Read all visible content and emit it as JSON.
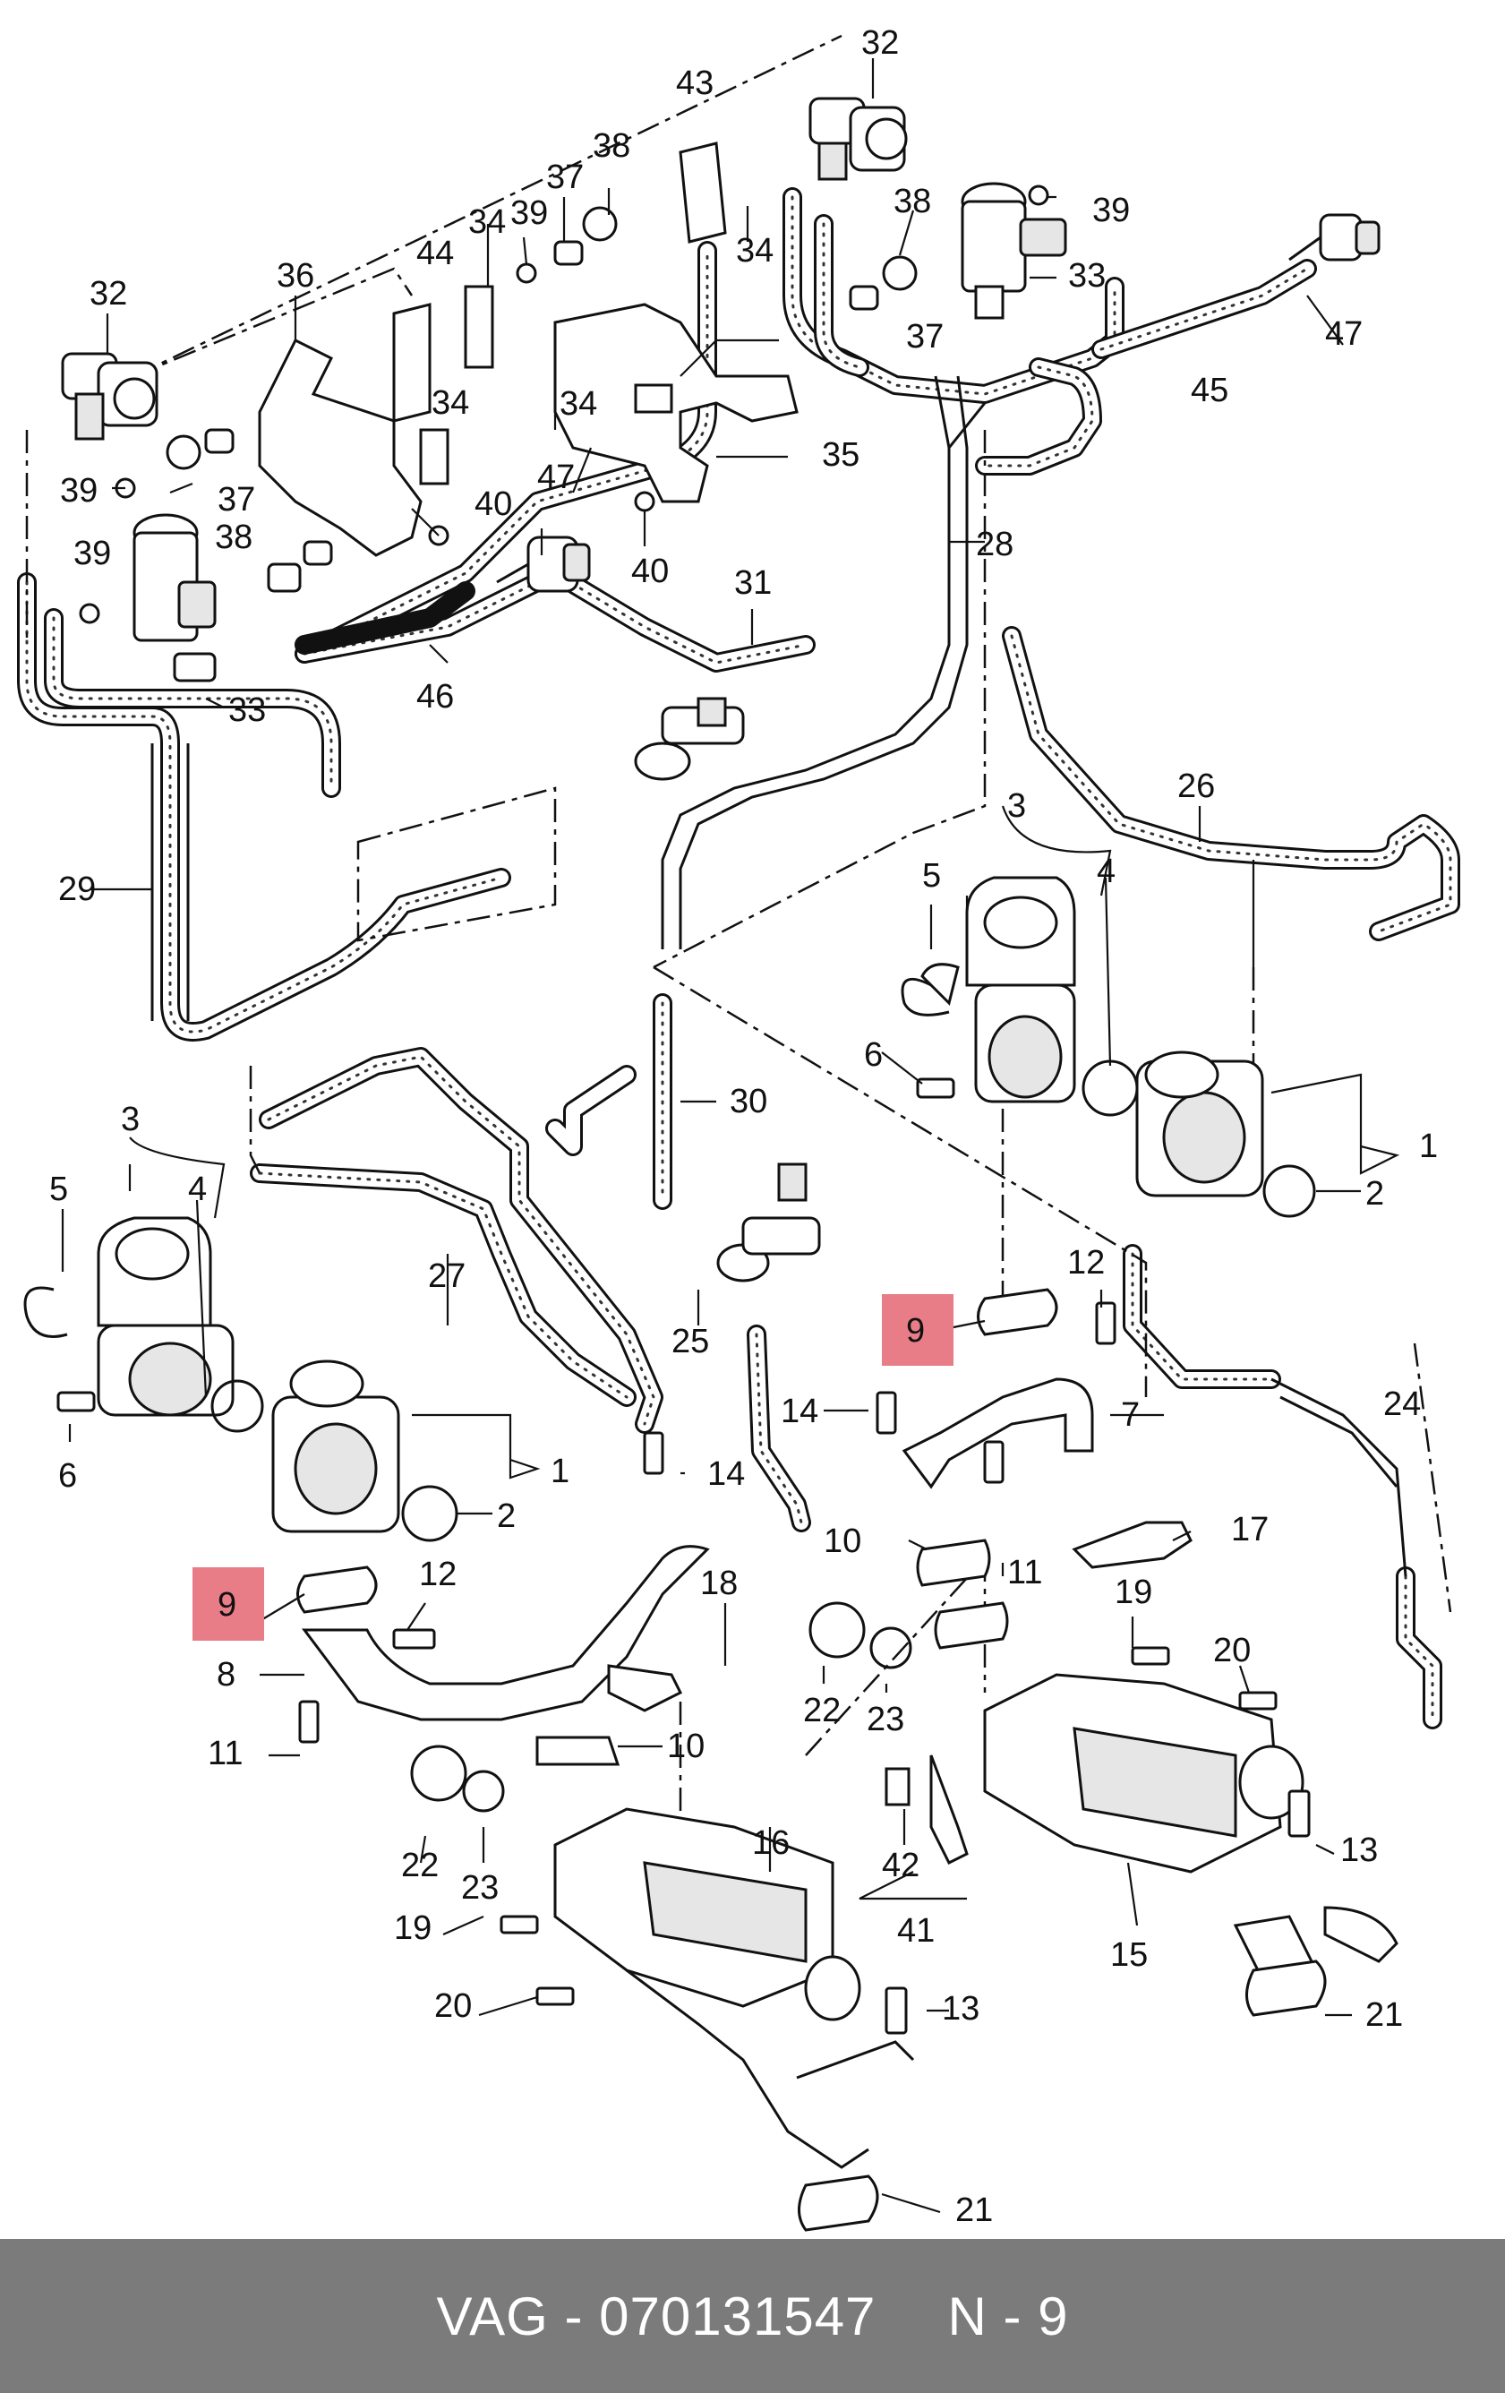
{
  "diagram": {
    "callouts_highlight": [
      "9",
      "9"
    ],
    "callouts": [
      "1",
      "2",
      "3",
      "4",
      "5",
      "6",
      "7",
      "8",
      "10",
      "11",
      "12",
      "13",
      "14",
      "15",
      "16",
      "17",
      "18",
      "19",
      "20",
      "21",
      "22",
      "23",
      "24",
      "25",
      "26",
      "27",
      "28",
      "29",
      "30",
      "31",
      "32",
      "33",
      "34",
      "35",
      "36",
      "37",
      "38",
      "39",
      "40",
      "41",
      "42",
      "43",
      "44",
      "45",
      "46",
      "47"
    ],
    "labels": {
      "n32a": "32",
      "n32b": "32",
      "n33a": "33",
      "n33b": "33",
      "n34a": "34",
      "n34b": "34",
      "n34c": "34",
      "n34d": "34",
      "n35": "35",
      "n36": "36",
      "n37a": "37",
      "n37b": "37",
      "n37c": "37",
      "n38a": "38",
      "n38b": "38",
      "n38c": "38",
      "n39a": "39",
      "n39b": "39",
      "n39c": "39",
      "n39d": "39",
      "n40a": "40",
      "n40b": "40",
      "n43": "43",
      "n44": "44",
      "n45": "45",
      "n46": "46",
      "n47a": "47",
      "n47b": "47",
      "n28": "28",
      "n29": "29",
      "n30": "30",
      "n31": "31",
      "n26": "26",
      "n27": "27",
      "n25": "25",
      "n24": "24",
      "n3a": "3",
      "n3b": "3",
      "n4a": "4",
      "n4b": "4",
      "n5a": "5",
      "n5b": "5",
      "n6a": "6",
      "n6b": "6",
      "n1a": "1",
      "n1b": "1",
      "n2a": "2",
      "n2b": "2",
      "n9a": "9",
      "n9b": "9",
      "n12a": "12",
      "n12b": "12",
      "n14a": "14",
      "n14b": "14",
      "n7": "7",
      "n8": "8",
      "n10a": "10",
      "n10b": "10",
      "n11a": "11",
      "n11b": "11",
      "n17": "17",
      "n18": "18",
      "n19a": "19",
      "n19b": "19",
      "n20a": "20",
      "n20b": "20",
      "n13a": "13",
      "n13b": "13",
      "n15": "15",
      "n16": "16",
      "n21a": "21",
      "n21b": "21",
      "n22a": "22",
      "n22b": "22",
      "n23a": "23",
      "n23b": "23",
      "n41": "41",
      "n42": "42"
    }
  },
  "footer": {
    "part_code": "VAG - 070131547",
    "position": "N - 9"
  },
  "colors": {
    "highlight": "#e87d88",
    "footer_bg": "#7b7b7b",
    "footer_text": "#ffffff"
  }
}
